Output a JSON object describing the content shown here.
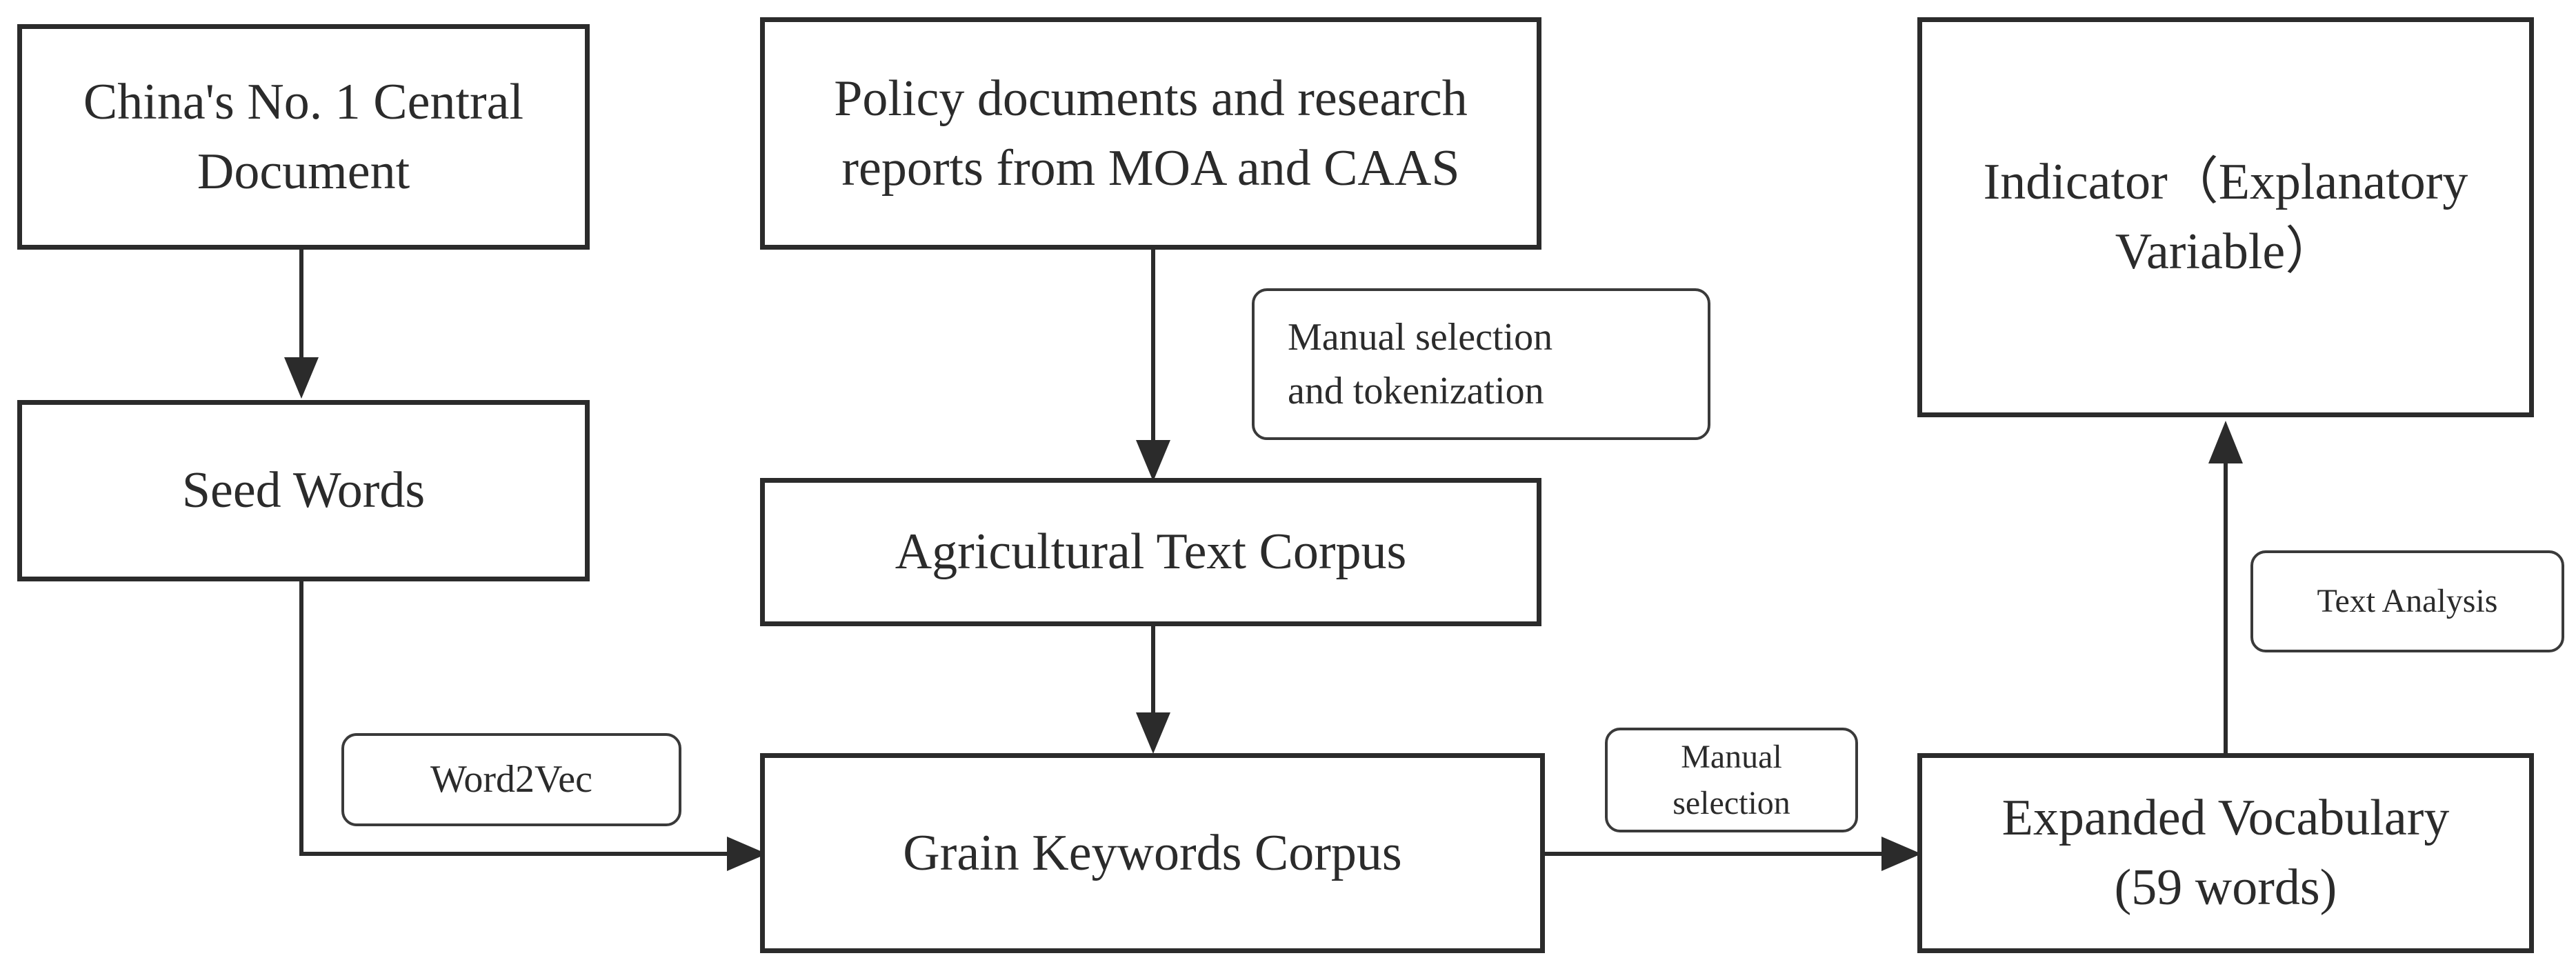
{
  "boxes": {
    "central_document": [
      "China's No. 1 Central",
      "Document"
    ],
    "policy_documents": [
      "Policy documents and research",
      "reports from MOA and CAAS"
    ],
    "indicator": [
      "Indicator（Explanatory",
      "Variable）"
    ],
    "seed_words": [
      "Seed Words"
    ],
    "agricultural_corpus": [
      "Agricultural Text Corpus"
    ],
    "grain_keywords": [
      "Grain Keywords Corpus"
    ],
    "expanded_vocabulary": [
      "Expanded Vocabulary",
      "(59 words)"
    ]
  },
  "labels": {
    "manual_selection_tokenization": [
      "Manual selection",
      "and tokenization"
    ],
    "word2vec": [
      "Word2Vec"
    ],
    "manual_selection": [
      "Manual",
      "selection"
    ],
    "text_analysis": [
      "Text Analysis"
    ]
  },
  "colors": {
    "stroke": "#2b2b2b",
    "text": "#2b2b2b",
    "background": "#ffffff"
  }
}
